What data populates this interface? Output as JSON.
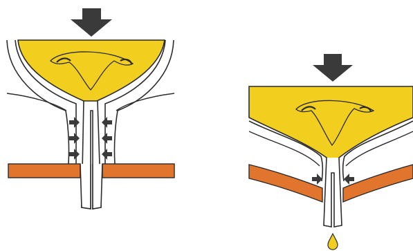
{
  "colors": {
    "background": "#ffffff",
    "bladder_fill": "#f2cf1f",
    "outline": "#2b2b2b",
    "pelvic_floor": "#e2752d",
    "arrow": "#3a3a3a",
    "urine_drop": "#f2cf1f"
  },
  "panels": [
    {
      "name": "left-panel",
      "downward_arrow": "down-arrow-icon",
      "compression_arrows": 6,
      "leak_drop": false
    },
    {
      "name": "right-panel",
      "downward_arrow": "down-arrow-icon",
      "compression_arrows": 2,
      "leak_drop": true
    }
  ]
}
